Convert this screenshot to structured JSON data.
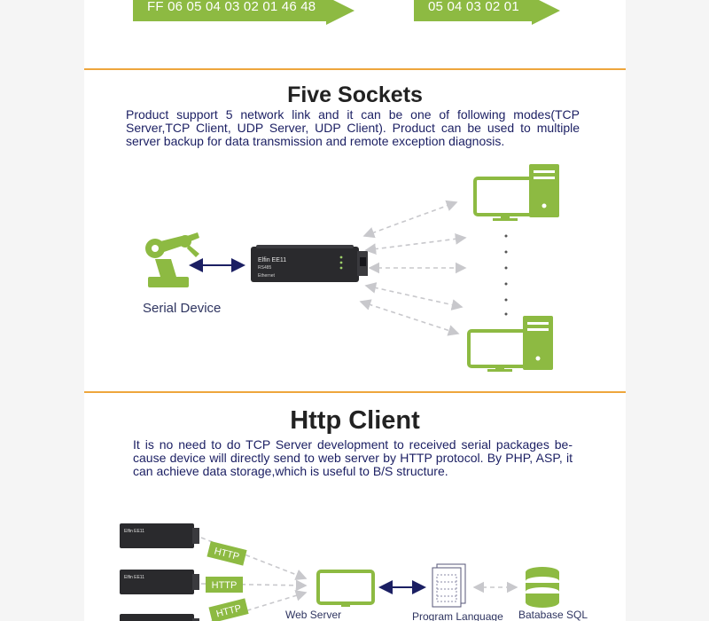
{
  "top_banners": {
    "left_text": "FF 06 05 04 03 02 01 46 48",
    "right_text": "05 04 03 02 01"
  },
  "five_sockets": {
    "title": "Five Sockets",
    "description": "Product support 5 network link and it can be one of following modes(TCP Server,TCP Client, UDP Server, UDP Client). Product can be used to multiple server backup for data transmission and remote exception diagnosis.",
    "serial_device_label": "Serial Device",
    "device_brand": "Elfin EE11",
    "device_port_label": "RS485",
    "device_eth_label": "Ethernet"
  },
  "http_client": {
    "title": "Http Client",
    "description": "It is no need to do TCP Server development to received serial packages be-cause device will directly send to web server by HTTP protocol. By PHP, ASP, it can achieve data storage,which is useful to B/S structure.",
    "http_tags": [
      "HTTP",
      "HTTP",
      "HTTP"
    ],
    "web_server_label": "Web Server",
    "program_language_label": "Program Language",
    "database_label": "Batabase SQL"
  },
  "colors": {
    "accent_green": "#8dba42",
    "divider_orange": "#eea63c",
    "text_navy": "#1b1f63",
    "arrow_navy": "#1b1f63",
    "dashed_gray": "#c8c8cc"
  }
}
